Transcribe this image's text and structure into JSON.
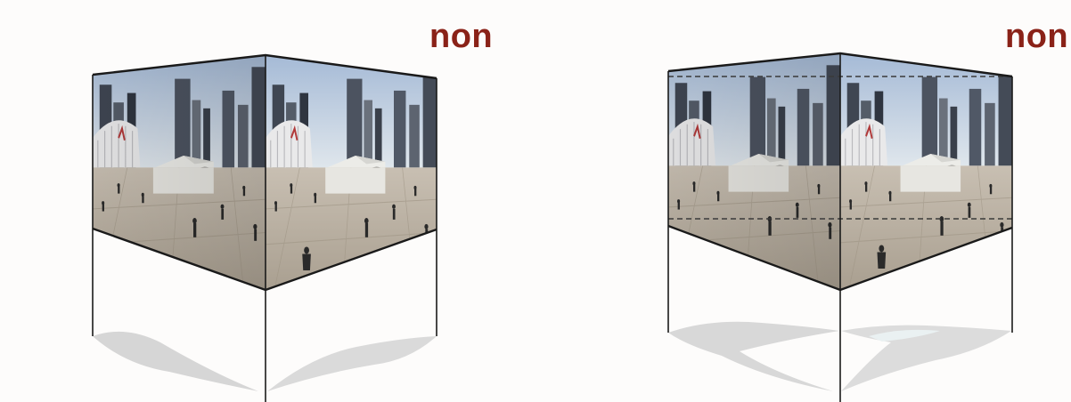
{
  "labels": {
    "left": "non",
    "right": "non"
  },
  "colors": {
    "label": "#8a2218",
    "sky_top": "#9fb6d4",
    "sky_bottom": "#d9e2ea",
    "ground": "#b4aa9a",
    "shadow": "#d6d6d6",
    "frame": "#1a1a1a"
  },
  "figures": [
    {
      "name": "cube-photo-panorama",
      "dashed_guides": false
    },
    {
      "name": "cube-photo-panorama-with-guides",
      "dashed_guides": true
    }
  ]
}
